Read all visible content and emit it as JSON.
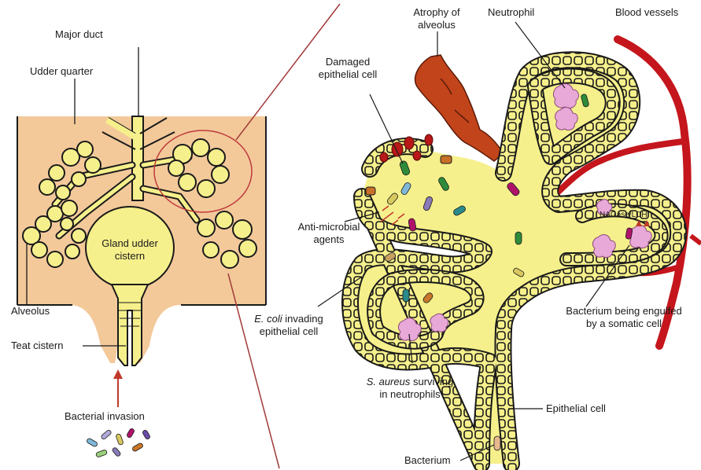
{
  "labels": {
    "major_duct": "Major duct",
    "udder_quarter": "Udder quarter",
    "gland_cistern_1": "Gland udder",
    "gland_cistern_2": "cistern",
    "alveolus": "Alveolus",
    "teat_cistern": "Teat cistern",
    "bacterial_invasion": "Bacterial invasion",
    "atrophy_1": "Atrophy of",
    "atrophy_2": "alveolus",
    "neutrophil": "Neutrophil",
    "blood_vessels": "Blood vessels",
    "damaged_1": "Damaged",
    "damaged_2": "epithelial cell",
    "antimicrobial_1": "Anti-microbial",
    "antimicrobial_2": "agents",
    "ecoli_italic": "E. coli",
    "ecoli_rest": " invading",
    "ecoli_2": "epithelial cell",
    "saureus_italic": "S. aureus",
    "saureus_rest": " surviving",
    "saureus_2": "in neutrophils",
    "nagase": "NAGase/LDH",
    "engulfed_1": "Bacterium being engulfed",
    "engulfed_2": "by a somatic cell",
    "epithelial_cell": "Epithelial cell",
    "bacterium": "Bacterium"
  },
  "colors": {
    "udder_fill": "#f3c99a",
    "gland_fill": "#f6f08c",
    "outline": "#1a1a1a",
    "blood_vessel": "#c4161c",
    "atrophy": "#c2441a",
    "zoom_line": "#a33a3a",
    "arrow": "#c0392b",
    "neutrophil": "#e8a8d8",
    "bacteria_green": "#2e8b3a",
    "bacteria_purple": "#8a7ab8",
    "bacteria_magenta": "#b0126a",
    "bacteria_teal": "#2a8a8a",
    "bacteria_orange": "#c8782a"
  }
}
